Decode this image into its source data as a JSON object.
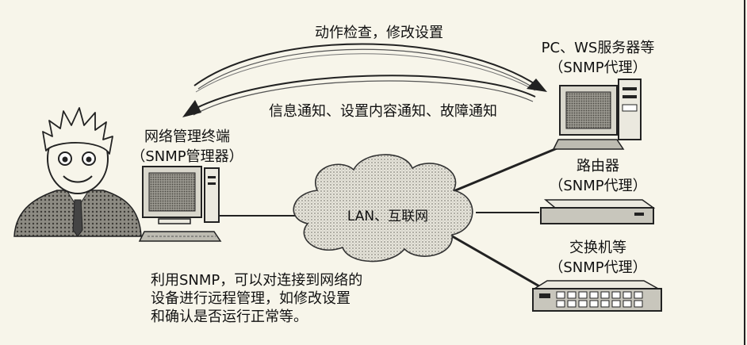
{
  "arrows": {
    "top_label": "动作检查，修改设置",
    "bottom_label": "信息通知、设置内容通知、故障通知"
  },
  "manager": {
    "title": "网络管理终端",
    "subtitle": "（SNMP管理器）"
  },
  "network": {
    "cloud_label": "LAN、互联网"
  },
  "agents": [
    {
      "title": "PC、WS服务器等",
      "subtitle": "（SNMP代理）"
    },
    {
      "title": "路由器",
      "subtitle": "（SNMP代理）"
    },
    {
      "title": "交换机等",
      "subtitle": "（SNMP代理）"
    }
  ],
  "caption": [
    "利用SNMP，可以对连接到网络的",
    "设备进行远程管理，如修改设置",
    "和确认是否运行正常等。"
  ]
}
